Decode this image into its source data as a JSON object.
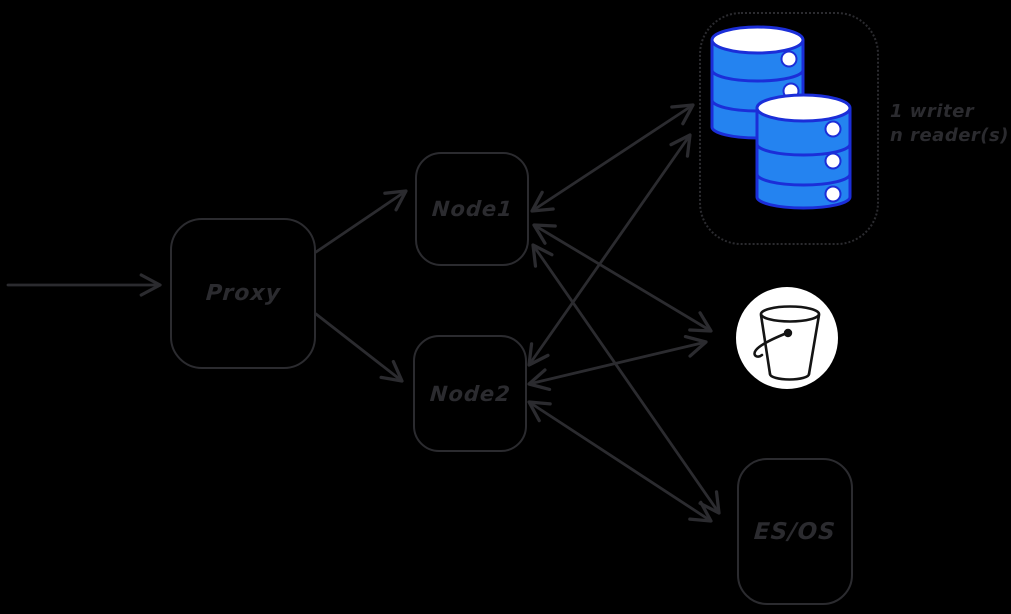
{
  "diagram": {
    "title": "proxy-nodes-storage-architecture",
    "nodes": {
      "proxy": {
        "label": "Proxy"
      },
      "node1": {
        "label": "Node1"
      },
      "node2": {
        "label": "Node2"
      },
      "esos": {
        "label": "ES/OS"
      },
      "db_cluster": {
        "icon": "database-cylinders-icon",
        "cylinder_count": 2,
        "note_line1": "1 writer",
        "note_line2": "n reader(s)"
      },
      "bucket": {
        "icon": "bucket-icon"
      }
    },
    "edges": [
      {
        "from": "external-input",
        "to": "proxy",
        "direction": "one-way"
      },
      {
        "from": "proxy",
        "to": "node1",
        "direction": "one-way"
      },
      {
        "from": "proxy",
        "to": "node2",
        "direction": "one-way"
      },
      {
        "from": "node1",
        "to": "db_cluster",
        "direction": "two-way"
      },
      {
        "from": "node1",
        "to": "bucket",
        "direction": "two-way"
      },
      {
        "from": "node1",
        "to": "esos",
        "direction": "two-way"
      },
      {
        "from": "node2",
        "to": "db_cluster",
        "direction": "two-way"
      },
      {
        "from": "node2",
        "to": "bucket",
        "direction": "two-way"
      },
      {
        "from": "node2",
        "to": "esos",
        "direction": "two-way"
      }
    ],
    "colors": {
      "background": "#000000",
      "stroke": "#2b2b2f",
      "db_fill": "#2483f0",
      "db_stroke": "#1b2ed8",
      "bucket_bg": "#ffffff",
      "bucket_stroke": "#141414"
    }
  }
}
